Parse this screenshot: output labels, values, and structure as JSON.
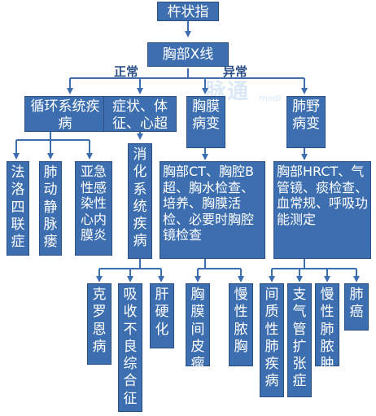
{
  "nodes": {
    "root": "杵状指",
    "xray": "胸部X线",
    "normal": "正常",
    "abnormal": "异常",
    "circ": "循环系统疾病",
    "symptoms": "症状、体征、心超",
    "pleura": "胸膜病变",
    "lung": "肺野病变",
    "fallot": "法洛四联症",
    "avf": "肺动静脉瘘",
    "sbe": "亚急性感染性心内膜炎",
    "digestive": "消化系统疾病",
    "pleura_tests": "胸部CT、胸腔B超、胸水检查、培养、胸膜活检、必要时胸腔镜检查",
    "lung_tests": "胸部HRCT、气管镜、痰检查、血常规、呼吸功能测定",
    "crohn": "克罗恩病",
    "malabs": "吸收不良综合征",
    "cirrhosis": "肝硬化",
    "meso": "胸膜间皮瘤",
    "empyema": "慢性脓胸",
    "ild": "间质性肺疾病",
    "bronch": "支气管扩张症",
    "abscess": "慢性肺脓肿",
    "cancer": "肺癌"
  },
  "watermark": {
    "logo": "脉通",
    "sub": "medl"
  },
  "colors": {
    "box": "#3d6fb0",
    "arrow": "#3d6fb0",
    "label": "#2a4f86"
  }
}
